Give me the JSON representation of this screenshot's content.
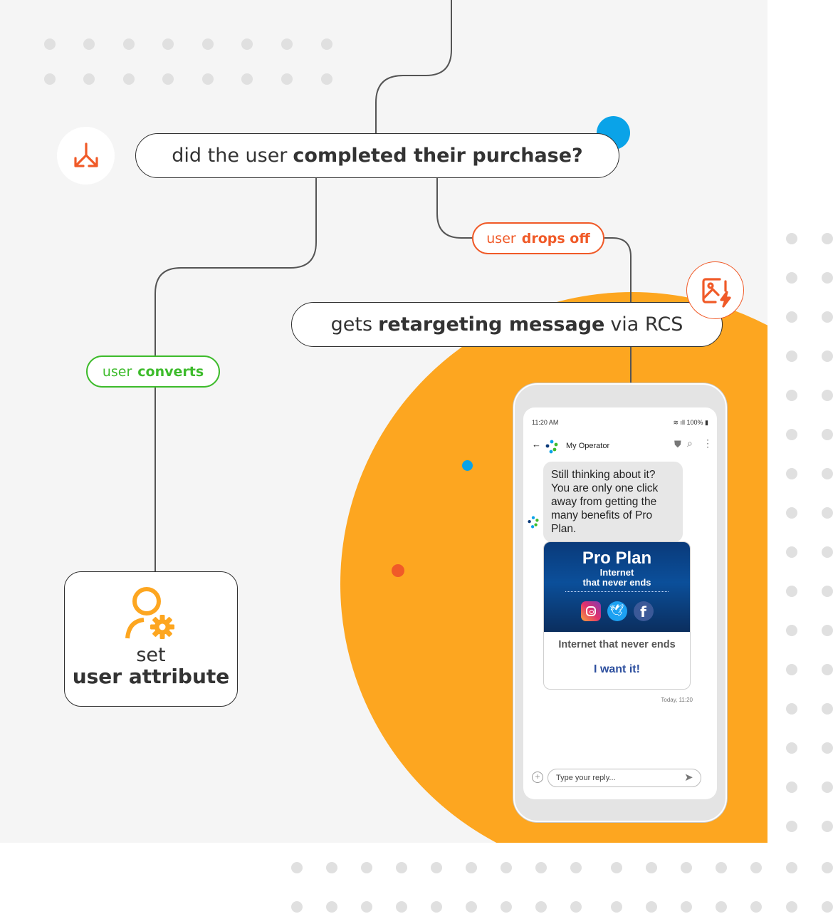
{
  "diagram": {
    "decision": {
      "prefix": "did the user",
      "bold": "completed their purchase?"
    },
    "branch_convert": {
      "prefix": "user",
      "bold": "converts"
    },
    "branch_dropoff": {
      "prefix": "user",
      "bold": "drops off"
    },
    "retarget": {
      "prefix": "gets",
      "bold": "retargeting message",
      "suffix": "via RCS"
    },
    "attribute": {
      "line1": "set",
      "line2": "user attribute"
    }
  },
  "phone": {
    "time": "11:20 AM",
    "battery": "100%",
    "sender": "My Operator",
    "message": "Still thinking about it? You are only one click away from getting the many benefits of Pro Plan.",
    "card": {
      "title": "Pro Plan",
      "line1": "Internet",
      "line2": "that never ends",
      "description": "Internet that never ends",
      "action": "I want it!"
    },
    "timestamp": "Today, 11:20",
    "reply_placeholder": "Type your reply..."
  },
  "colors": {
    "orange": "#fda620",
    "red_orange": "#f05a28",
    "green": "#3dbb2b",
    "blue": "#0aa3e8",
    "link_blue": "#2d4f9e"
  },
  "icons": [
    "split-arrows-icon",
    "image-bolt-icon",
    "user-gear-icon",
    "instagram-icon",
    "twitter-icon",
    "facebook-icon"
  ]
}
